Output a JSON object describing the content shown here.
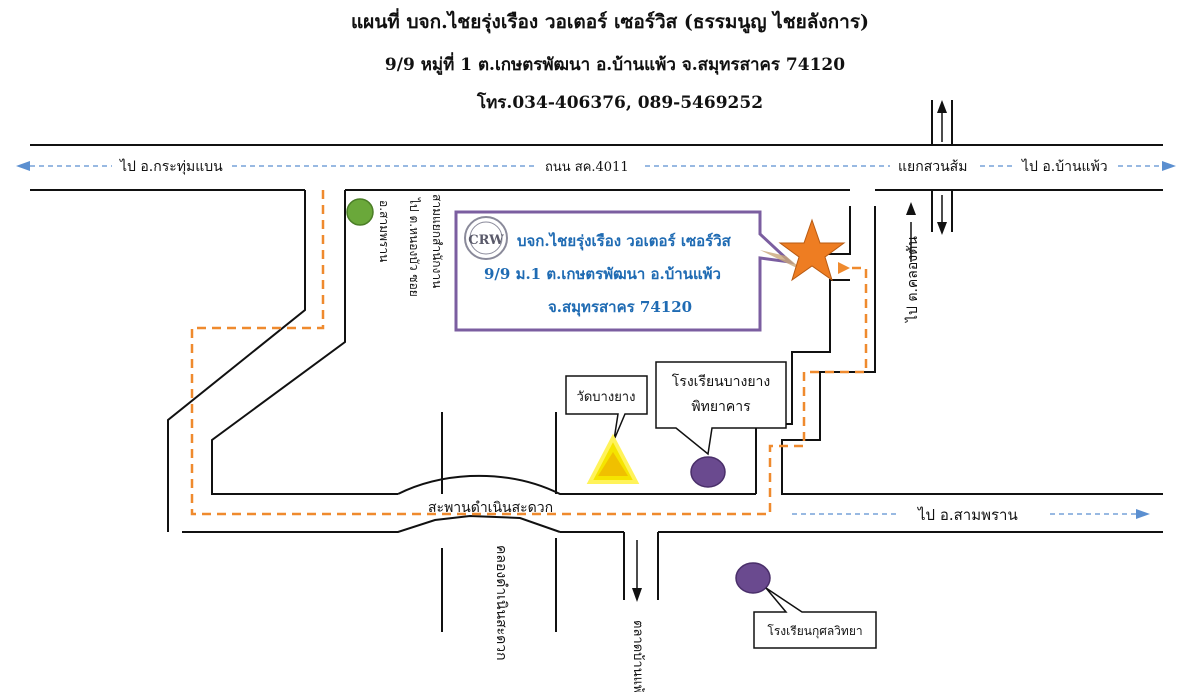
{
  "header": {
    "line1": "แผนที่ บจก.ไชยรุ่งเรือง วอเตอร์ เซอร์วิส (ธรรมนูญ ไชยลังการ)",
    "line2": "9/9 หมู่ที่ 1 ต.เกษตรพัฒนา อ.บ้านแพ้ว จ.สมุทรสาคร 74120",
    "line3": "โทร.034-406376, 089-5469252"
  },
  "roads": {
    "to_krathum_baen": "ไป อ.กระทุ่มแบน",
    "main_road": "ถนน สค.4011",
    "suan_som_junction": "แยกสวนส้ม",
    "to_ban_phaeo": "ไป อ.บ้านแพ้ว",
    "to_khlong_tan": "ไป ต.คลองตัน",
    "to_sam_phran": "ไป  อ.สามพราน",
    "bridge": "สะพานดำเนินสะดวก",
    "canal": "คลองดำเนินสะดวก",
    "ban_phaeo_market": "ตลาดบ้านแพ้ว",
    "to_nong_bua_alley": "ไป ต.หนองบัว ซอย",
    "samnak_sang": "สามแยกสำนักงาน",
    "wat_name": "อ.สามพราน"
  },
  "company": {
    "logo_text": "CRW",
    "name": "บจก.ไชยรุ่งเรือง วอเตอร์ เซอร์วิส",
    "address1": "9/9  ม.1 ต.เกษตรพัฒนา  อ.บ้านแพ้ว",
    "address2": "จ.สมุทรสาคร 74120"
  },
  "landmarks": {
    "temple": "วัดบางยาง",
    "school1_line1": "โรงเรียนบางยาง",
    "school1_line2": "พิทยาคาร",
    "school2": "โรงเรียนกุศลวิทยา"
  },
  "colors": {
    "route": "#ef8a2e",
    "company_box_border": "#7b5ea0",
    "company_text": "#1f6bb3",
    "star": "#ee7d22",
    "temple_marker": "#f5e400",
    "school_marker": "#6a4a8f",
    "green_marker": "#6aa83a",
    "direction_arrow": "#5b8fd0"
  }
}
